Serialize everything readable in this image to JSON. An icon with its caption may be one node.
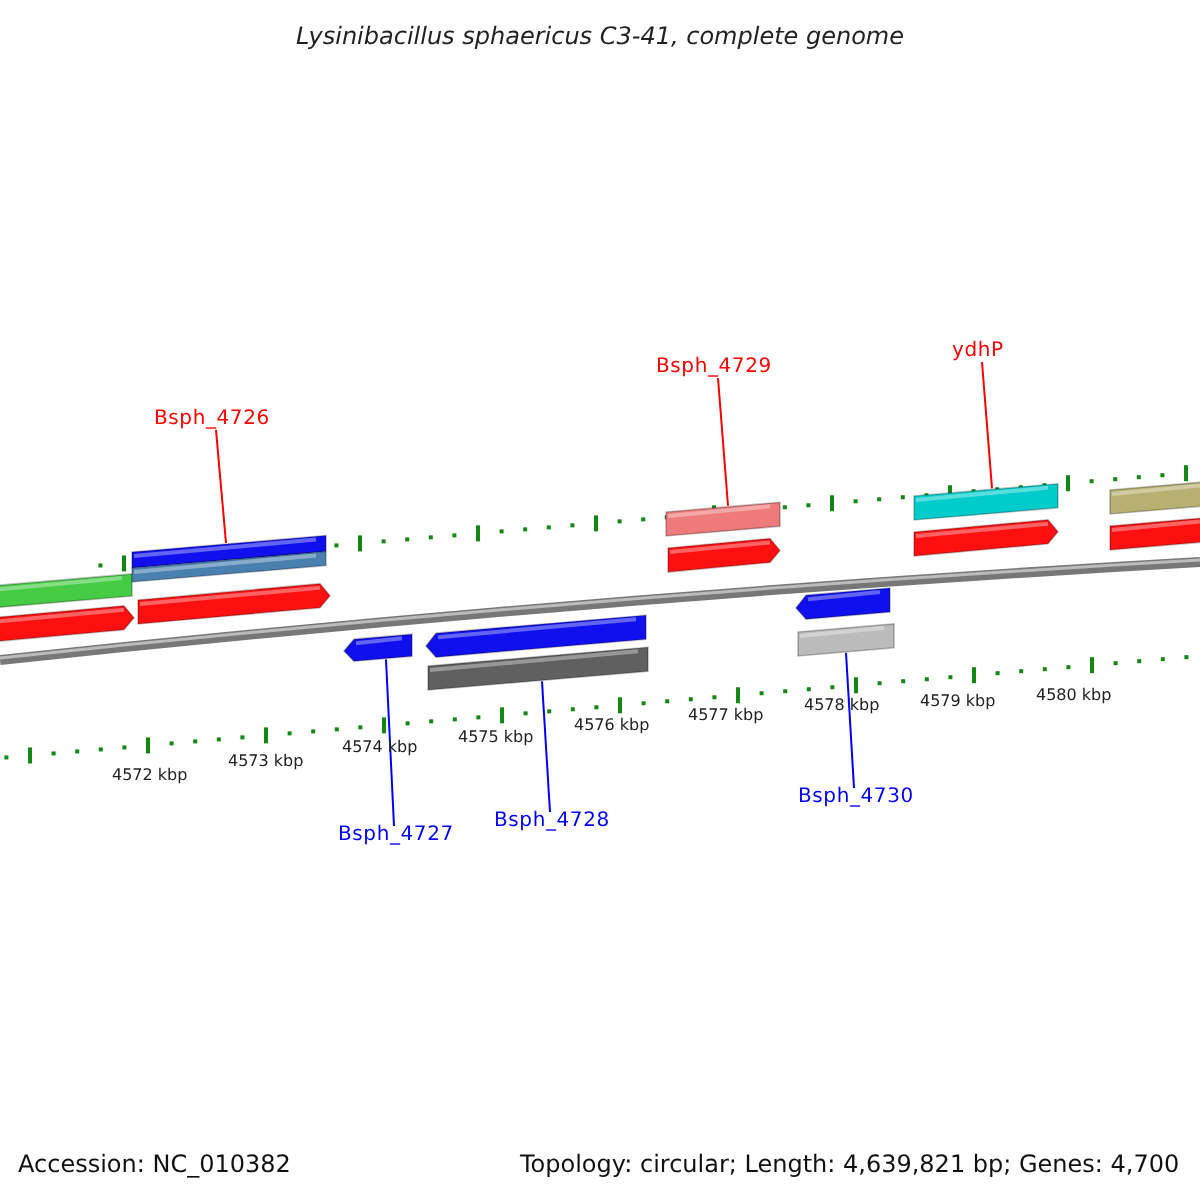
{
  "diagram": {
    "title": "Lysinibacillus sphaericus C3-41, complete genome",
    "nodes": [
      {
        "text": [
          "Bsph_4726"
        ]
      },
      {
        "text": [
          "Bsph_4729"
        ]
      },
      {
        "text": [
          "ydhP"
        ]
      },
      {
        "text": [
          "Bsph_4727"
        ]
      },
      {
        "text": [
          "Bsph_4728"
        ]
      },
      {
        "text": [
          "Bsph_4730"
        ]
      },
      {
        "text": [],
        "shape": "bar"
      },
      {
        "text": [],
        "shape": "bar"
      },
      {
        "text": [],
        "shape": "bar"
      },
      {
        "text": [],
        "shape": "bar"
      },
      {
        "text": [],
        "shape": "bar"
      },
      {
        "text": [],
        "shape": "bar"
      },
      {
        "text": [],
        "shape": "bar"
      },
      {
        "text": [],
        "shape": "bar"
      },
      {
        "text": [],
        "shape": "bar"
      },
      {
        "text": [],
        "shape": "bar"
      },
      {
        "text": [],
        "shape": "bar"
      },
      {
        "text": [],
        "shape": "bar"
      },
      {
        "text": [],
        "shape": "bar"
      },
      {
        "text": [],
        "shape": "bar"
      },
      {
        "text": [],
        "shape": "bar"
      },
      {
        "text": [],
        "shape": "bar"
      }
    ],
    "edges": [
      {
        "from": 0,
        "to": 8,
        "arrow": "none",
        "color": "#ff0000"
      },
      {
        "from": 1,
        "to": 14,
        "arrow": "none",
        "color": "#ff0000"
      },
      {
        "from": 2,
        "to": 18,
        "arrow": "none",
        "color": "#ff0000"
      },
      {
        "from": 3,
        "to": 11,
        "arrow": "none",
        "color": "#0000ff"
      },
      {
        "from": 4,
        "to": 13,
        "arrow": "none",
        "color": "#0000ff"
      },
      {
        "from": 5,
        "to": 17,
        "arrow": "none",
        "color": "#0000ff"
      }
    ],
    "labels": [
      "4572 kbp",
      "4573 kbp",
      "4574 kbp",
      "4575 kbp",
      "4576 kbp",
      "4577 kbp",
      "4578 kbp",
      "4579 kbp",
      "4580 kbp",
      "Accession: NC_010382",
      "Topology: circular; Length: 4,639,821 bp; Genes: 4,700"
    ]
  }
}
